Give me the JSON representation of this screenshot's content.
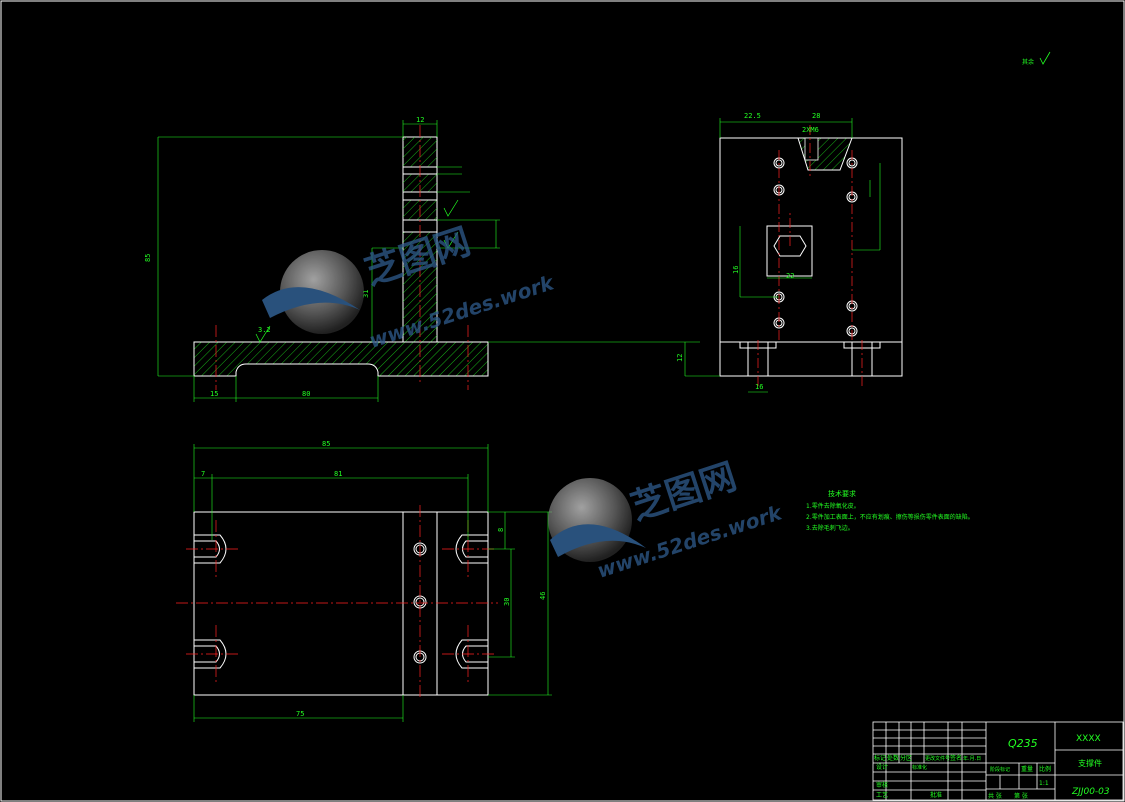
{
  "colors": {
    "background": "#000000",
    "outline": "#ffffff",
    "dimension": "#22ff22",
    "centerline": "#ff2222",
    "watermark": "#2e5a8a"
  },
  "roughness_note": "其余",
  "dims": {
    "front_height": "85",
    "front_top_width": "12",
    "base_left": "15",
    "base_slot": "80",
    "front_mid": "31",
    "roughness": "3.2",
    "side_left": "22.5",
    "side_top": "28",
    "side_bolt": "2XM6",
    "side_square": "22",
    "side_sq_v": "16",
    "side_base": "12",
    "side_base_w": "16",
    "top_width": "85",
    "top_inner": "81",
    "top_left": "7",
    "top_bottom": "75",
    "top_r1": "8",
    "top_r2": "30",
    "top_height": "46"
  },
  "tech_req": {
    "title": "技术要求",
    "lines": [
      "1.零件去除氧化皮。",
      "2.零件加工表面上，不应有划痕、擦伤等损伤零件表面的缺陷。",
      "3.去除毛刺飞边。"
    ]
  },
  "title_block": {
    "material": "Q235",
    "company": "XXXX",
    "part_name": "支撑件",
    "drawing_no": "ZJJ00-03",
    "scale": "1:1",
    "row_labels": [
      "标记",
      "处数",
      "分区",
      "更改文件号",
      "签名",
      "年.月.日"
    ],
    "role_labels": [
      "设计",
      "审核",
      "工艺"
    ],
    "std_label": "标准化",
    "approve_label": "批准",
    "stage_label": "阶段标记",
    "weight_label": "重量",
    "scale_label": "比例",
    "sheets_label": "共 张",
    "sheet_label": "第 张"
  },
  "watermark": {
    "brand": "芝图网",
    "url": "www.52des.work"
  }
}
